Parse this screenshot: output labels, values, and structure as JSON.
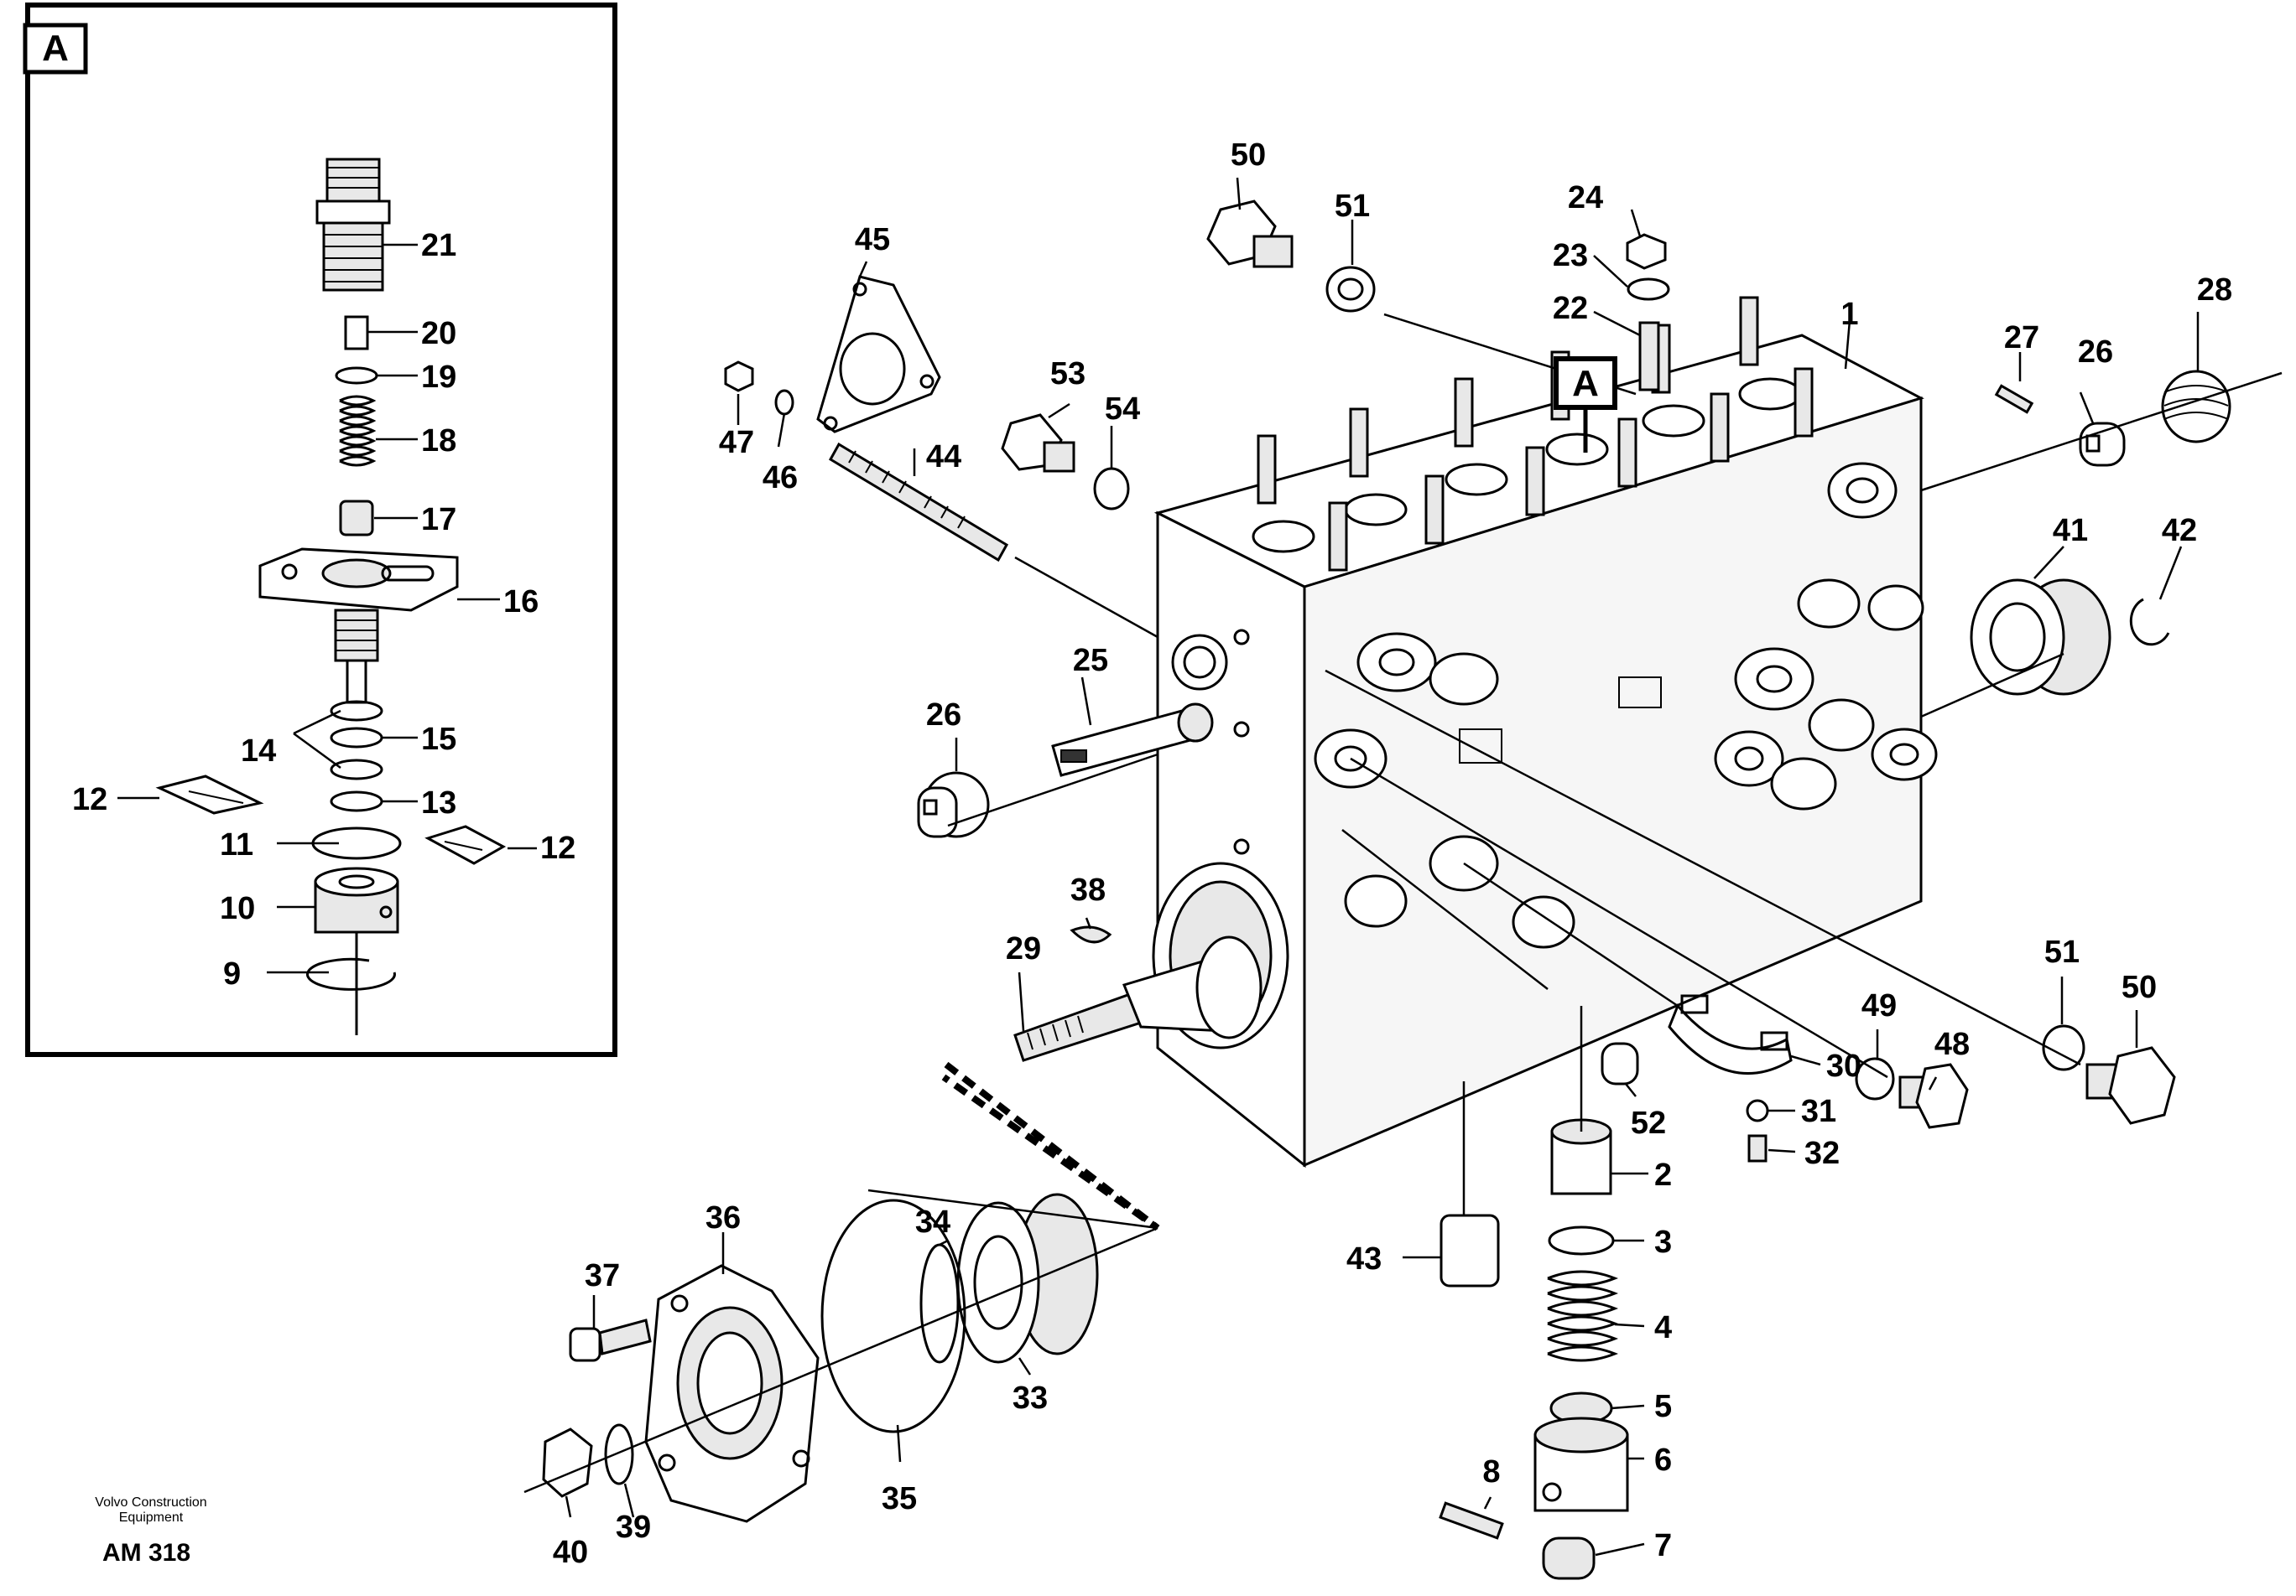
{
  "inset": {
    "label": "A",
    "parts": [
      {
        "num": "21"
      },
      {
        "num": "20"
      },
      {
        "num": "19"
      },
      {
        "num": "18"
      },
      {
        "num": "17"
      },
      {
        "num": "16"
      },
      {
        "num": "15"
      },
      {
        "num": "14"
      },
      {
        "num": "13"
      },
      {
        "num": "12"
      },
      {
        "num": "12"
      },
      {
        "num": "11"
      },
      {
        "num": "10"
      },
      {
        "num": "9"
      }
    ]
  },
  "main": {
    "detail_ref": "A",
    "parts": [
      {
        "num": "50"
      },
      {
        "num": "51"
      },
      {
        "num": "24"
      },
      {
        "num": "23"
      },
      {
        "num": "22"
      },
      {
        "num": "1"
      },
      {
        "num": "28"
      },
      {
        "num": "27"
      },
      {
        "num": "26"
      },
      {
        "num": "45"
      },
      {
        "num": "53"
      },
      {
        "num": "54"
      },
      {
        "num": "47"
      },
      {
        "num": "46"
      },
      {
        "num": "44"
      },
      {
        "num": "41"
      },
      {
        "num": "42"
      },
      {
        "num": "25"
      },
      {
        "num": "26"
      },
      {
        "num": "38"
      },
      {
        "num": "29"
      },
      {
        "num": "51"
      },
      {
        "num": "50"
      },
      {
        "num": "49"
      },
      {
        "num": "48"
      },
      {
        "num": "30"
      },
      {
        "num": "31"
      },
      {
        "num": "32"
      },
      {
        "num": "52"
      },
      {
        "num": "2"
      },
      {
        "num": "3"
      },
      {
        "num": "4"
      },
      {
        "num": "5"
      },
      {
        "num": "6"
      },
      {
        "num": "7"
      },
      {
        "num": "8"
      },
      {
        "num": "43"
      },
      {
        "num": "36"
      },
      {
        "num": "37"
      },
      {
        "num": "34"
      },
      {
        "num": "33"
      },
      {
        "num": "35"
      },
      {
        "num": "40"
      },
      {
        "num": "39"
      }
    ]
  },
  "footer": {
    "credit_line1": "Volvo Construction",
    "credit_line2": "Equipment",
    "code": "AM 318"
  }
}
